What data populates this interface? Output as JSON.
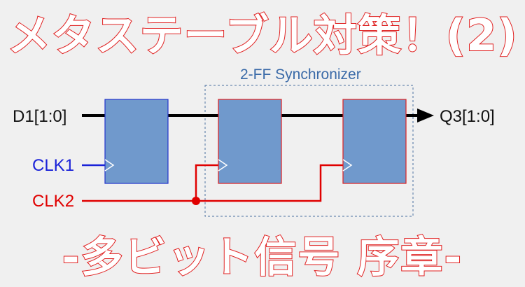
{
  "title": "メタステーブル対策！(2)",
  "subtitle": "-多ビット信号 序章-",
  "diagram": {
    "group_label": "2-FF Synchronizer",
    "input_signal": "D1[1:0]",
    "output_signal": "Q3[1:0]",
    "clock_a": "CLK1",
    "clock_b": "CLK2",
    "colors": {
      "title_outline": "#e02020",
      "flipflop_fill": "#7099cc",
      "flipflop_border_clk1": "#2233cc",
      "flipflop_border_clk2": "#e02020",
      "clock_a_color": "#1a22d8",
      "clock_b_color": "#e00000",
      "group_border": "#4a6f9f",
      "data_wire": "#000000"
    }
  }
}
